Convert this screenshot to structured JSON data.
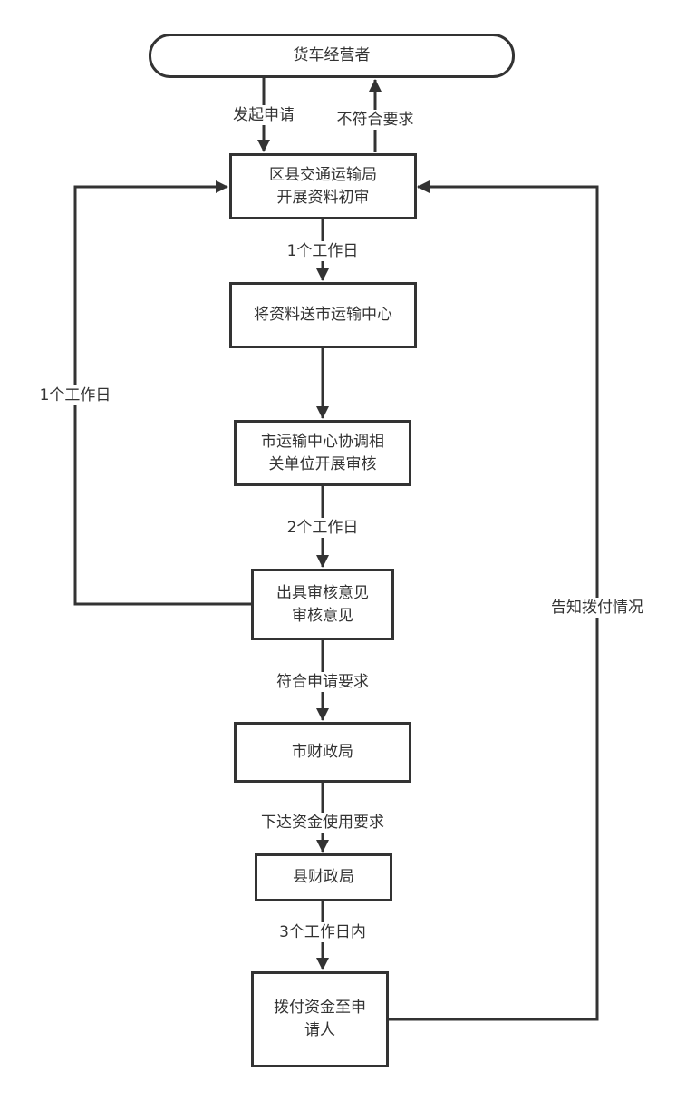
{
  "nodes": [
    {
      "id": "operator",
      "text": "货车经营者"
    },
    {
      "id": "county_transport",
      "text": "区县交通运输局\n开展资料初审"
    },
    {
      "id": "send_city_center",
      "text": "将资料送市运输中心"
    },
    {
      "id": "city_center_review",
      "text": "市运输中心协调相\n关单位开展审核"
    },
    {
      "id": "issue_opinion",
      "text": "出具审核意见\n审核意见"
    },
    {
      "id": "city_finance",
      "text": "市财政局"
    },
    {
      "id": "county_finance",
      "text": "县财政局"
    },
    {
      "id": "disburse",
      "text": "拨付资金至申\n请人"
    }
  ],
  "edges": [
    {
      "from": "operator",
      "to": "county_transport",
      "label": "发起申请"
    },
    {
      "from": "county_transport",
      "to": "operator",
      "label": "不符合要求"
    },
    {
      "from": "county_transport",
      "to": "send_city_center",
      "label": "1个工作日"
    },
    {
      "from": "send_city_center",
      "to": "city_center_review",
      "label": ""
    },
    {
      "from": "city_center_review",
      "to": "issue_opinion",
      "label": "2个工作日"
    },
    {
      "from": "issue_opinion",
      "to": "county_transport",
      "label": "1个工作日"
    },
    {
      "from": "issue_opinion",
      "to": "city_finance",
      "label": "符合申请要求"
    },
    {
      "from": "city_finance",
      "to": "county_finance",
      "label": "下达资金使用要求"
    },
    {
      "from": "county_finance",
      "to": "disburse",
      "label": "3个工作日内"
    },
    {
      "from": "disburse",
      "to": "county_transport",
      "label": "告知拨付情况"
    }
  ],
  "colors": {
    "stroke": "#333333",
    "background": "#ffffff",
    "text": "#333333"
  }
}
